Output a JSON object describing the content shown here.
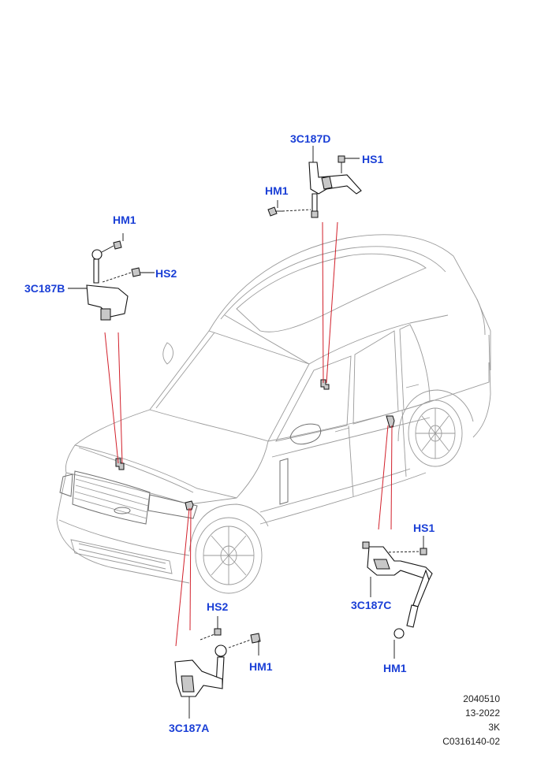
{
  "callouts": {
    "d_sensor": "3C187D",
    "d_hs1": "HS1",
    "d_hm1": "HM1",
    "b_hm1": "HM1",
    "b_hs2": "HS2",
    "b_sensor": "3C187B",
    "c_hs1": "HS1",
    "c_sensor": "3C187C",
    "c_hm1": "HM1",
    "a_hs2": "HS2",
    "a_hm1": "HM1",
    "a_sensor": "3C187A"
  },
  "meta": {
    "line1": "2040510",
    "line2": "13-2022",
    "line3": "3K",
    "line4": "C0316140-02"
  },
  "colors": {
    "callout": "#1a3fd6",
    "link_line": "#d21f2a",
    "car_outline": "#9a9a9a"
  }
}
